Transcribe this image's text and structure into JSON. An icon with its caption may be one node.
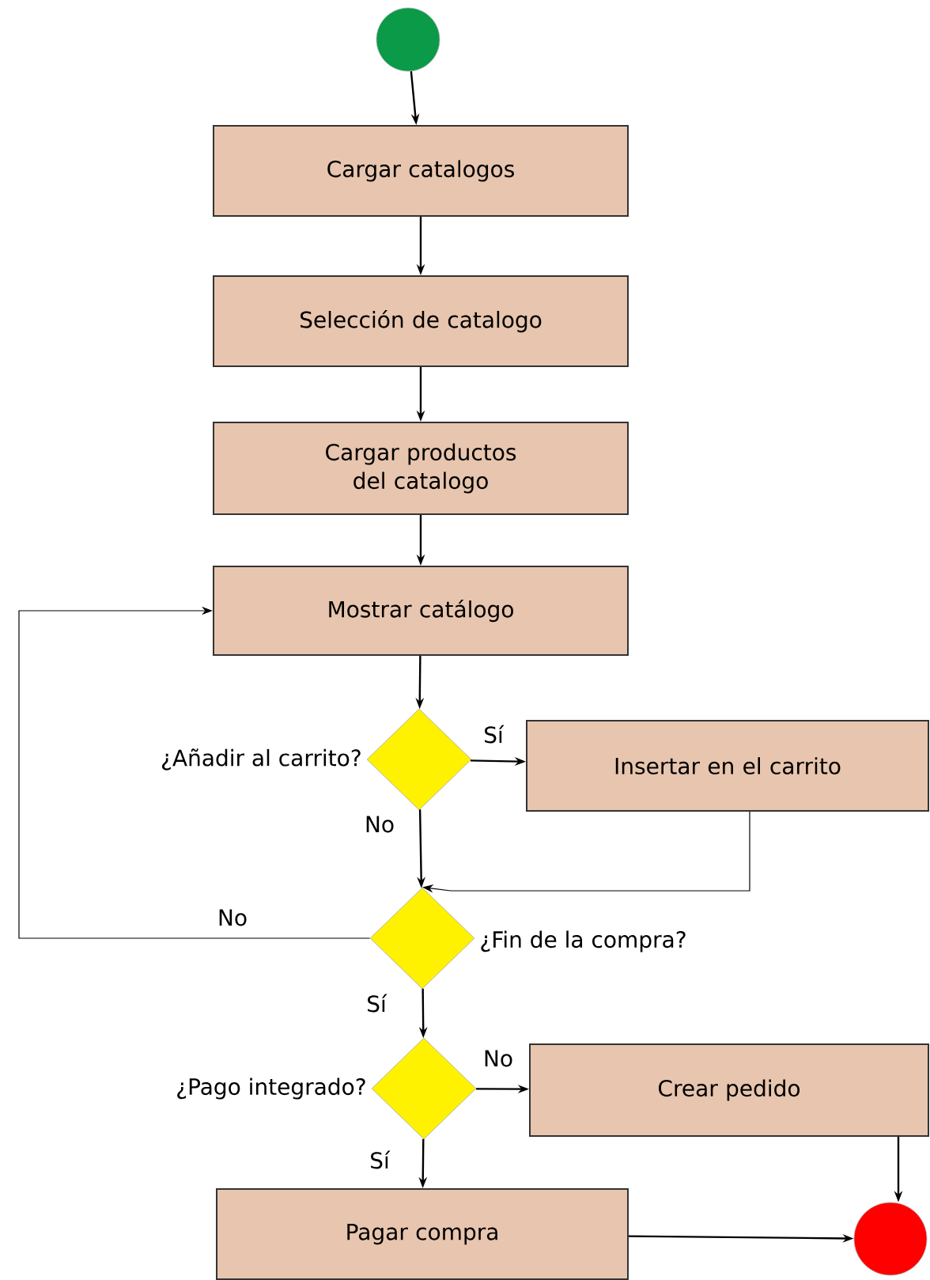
{
  "diagram": {
    "nodes": [
      {
        "text": [],
        "shape": "circle"
      },
      {
        "text": [
          "Cargar catalogos"
        ]
      },
      {
        "text": [
          "Selección de catalogo"
        ]
      },
      {
        "text": [
          "Cargar productos del catalogo"
        ]
      },
      {
        "text": [
          "Mostrar catálogo"
        ]
      },
      {
        "text": [
          "¿Añadir al carrito?"
        ]
      },
      {
        "text": [
          "Insertar en el carrito"
        ]
      },
      {
        "text": [
          "¿Fin de la compra?"
        ]
      },
      {
        "text": [
          "¿Pago integrado?"
        ]
      },
      {
        "text": [
          "Crear pedido"
        ]
      },
      {
        "text": [
          "Pagar compra"
        ]
      },
      {
        "text": [],
        "shape": "circle"
      }
    ],
    "edges": [
      {
        "from": 0,
        "to": 1,
        "arrow": "to"
      },
      {
        "from": 1,
        "to": 2,
        "arrow": "to"
      },
      {
        "from": 2,
        "to": 3,
        "arrow": "to"
      },
      {
        "from": 3,
        "to": 4,
        "arrow": "to"
      },
      {
        "from": 4,
        "to": 5,
        "arrow": "to"
      },
      {
        "from": 5,
        "to": 6,
        "arrow": "to",
        "label": "Sí"
      },
      {
        "from": 5,
        "to": 7,
        "arrow": "to",
        "label": "No"
      },
      {
        "from": 6,
        "to": 7,
        "arrow": "to"
      },
      {
        "from": 7,
        "to": 4,
        "arrow": "to",
        "label": "No"
      },
      {
        "from": 7,
        "to": 8,
        "arrow": "to",
        "label": "Sí"
      },
      {
        "from": 8,
        "to": 9,
        "arrow": "to",
        "label": "No"
      },
      {
        "from": 8,
        "to": 10,
        "arrow": "to",
        "label": "Sí"
      },
      {
        "from": 9,
        "to": 11,
        "arrow": "to"
      },
      {
        "from": 10,
        "to": 11,
        "arrow": "to"
      }
    ]
  }
}
